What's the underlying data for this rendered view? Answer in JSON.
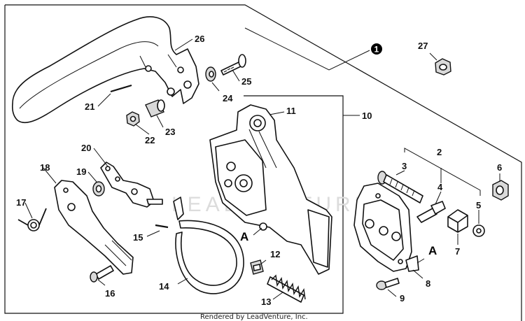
{
  "assembly_number": "1",
  "callouts": {
    "c2": "2",
    "c3": "3",
    "c4": "4",
    "c5": "5",
    "c6": "6",
    "c7": "7",
    "c8": "8",
    "c9": "9",
    "c10": "10",
    "c11": "11",
    "c12": "12",
    "c13": "13",
    "c14": "14",
    "c15": "15",
    "c16": "16",
    "c17": "17",
    "c18": "18",
    "c19": "19",
    "c20": "20",
    "c21": "21",
    "c22": "22",
    "c23": "23",
    "c24": "24",
    "c25": "25",
    "c26": "26",
    "c27": "27"
  },
  "reference_marks": {
    "left": "A",
    "right": "A"
  },
  "watermark": "LEADVENTURE",
  "credit": "Rendered by LeadVenture, Inc."
}
